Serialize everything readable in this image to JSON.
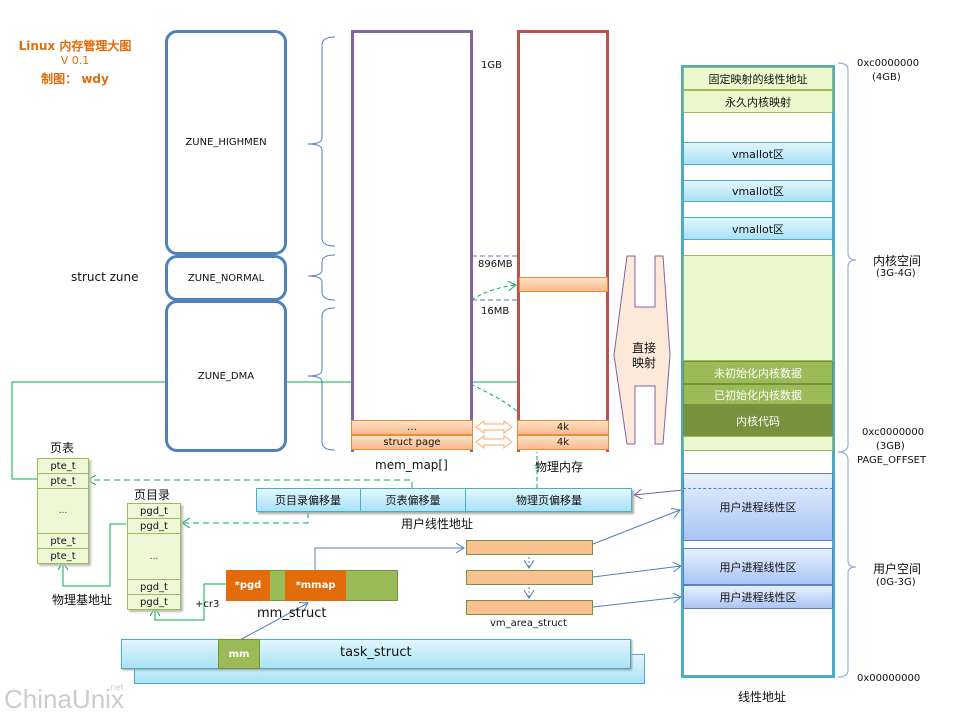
{
  "header": {
    "title": "Linux 内存管理大图",
    "version": "V 0.1",
    "author": "制图： wdy"
  },
  "zones": {
    "struct_label": "struct zune",
    "items": [
      {
        "label": "ZUNE_HIGHMEN"
      },
      {
        "label": "ZUNE_NORMAL"
      },
      {
        "label": "ZUNE_DMA"
      }
    ]
  },
  "mem_map": {
    "label": "mem_map[]",
    "cells": [
      "...",
      "struct  page"
    ]
  },
  "physical_memory": {
    "label": "物理内存",
    "marks": [
      "1GB",
      "896MB",
      "16MB"
    ],
    "cells": [
      "4k",
      "4k"
    ]
  },
  "direct_mapping": {
    "label_line1": "直接",
    "label_line2": "映射"
  },
  "linear_address": {
    "label": "线性地址",
    "kernel_cells": [
      {
        "label": "固定映射的线性地址"
      },
      {
        "label": "永久内核映射"
      },
      {
        "label": "vmallot区"
      },
      {
        "label": "vmallot区"
      },
      {
        "label": "vmallot区"
      },
      {
        "label": "未初始化内核数据"
      },
      {
        "label": "已初始化内核数据"
      },
      {
        "label": "内核代码"
      }
    ],
    "user_cells": [
      {
        "label": "用户进程线性区"
      },
      {
        "label": "用户进程线性区"
      },
      {
        "label": "用户进程线性区"
      }
    ],
    "annotations": {
      "top_addr": "0xc0000000",
      "top_size": "(4GB)",
      "kernel_space": "内核空间",
      "kernel_range": "(3G-4G)",
      "mid_addr": "0xc0000000",
      "mid_size": "(3GB)",
      "page_offset": "PAGE_OFFSET",
      "user_space": "用户空间",
      "user_range": "(0G-3G)",
      "bottom_addr": "0x00000000"
    }
  },
  "page_table": {
    "label": "页表",
    "rows_top": [
      "pte_t",
      "pte_t"
    ],
    "gap": "...",
    "rows_bottom": [
      "pte_t",
      "pte_t"
    ],
    "base_label": "物理基地址"
  },
  "page_directory": {
    "label": "页目录",
    "rows_top": [
      "pgd_t",
      "pgd_t"
    ],
    "gap": "...",
    "rows_bottom": [
      "pgd_t",
      "pgd_t"
    ],
    "cr3_label": "+cr3"
  },
  "user_linear_address": {
    "label": "用户线性地址",
    "fields": [
      "页目录偏移量",
      "页表偏移量",
      "物理页偏移量"
    ]
  },
  "mm_struct": {
    "label": "mm_struct",
    "fields": [
      "*pgd",
      "*mmap"
    ]
  },
  "vm_area_struct": {
    "label": "vm_area_struct"
  },
  "task_struct": {
    "label": "task_struct",
    "mm_field": "mm"
  },
  "watermark": {
    "text": "ChinaUnix",
    "suffix": ".net"
  },
  "colors": {
    "title": "#e36c0a",
    "zone_border": "#4f81bd",
    "mem_map_border": "#8064a2",
    "phys_border": "#c0504d",
    "green_line": "#00b050",
    "blue_line": "#4f81bd"
  }
}
